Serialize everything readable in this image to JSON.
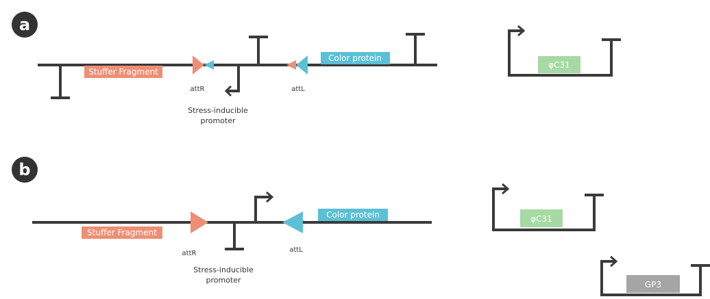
{
  "colors": {
    "dna": "#3a3a3a",
    "stuffer": "#ee8e74",
    "color_protein": "#5bc0d6",
    "phiC31": "#a6d9a3",
    "gp3": "#a5a5a5",
    "label_bg": "#333333"
  },
  "panel_a": {
    "label": "a",
    "stuffer": "Stuffer Fragment",
    "color_protein": "Color protein",
    "attR": "attR",
    "attL": "attL",
    "promoter_line1": "Stress-inducible",
    "promoter_line2": "promoter",
    "integrase": "φC31"
  },
  "panel_b": {
    "label": "b",
    "stuffer": "Stuffer Fragment",
    "color_protein": "Color protein",
    "attR": "attR",
    "attL": "attL",
    "promoter_line1": "Stress-inducible",
    "promoter_line2": "promoter",
    "integrase": "φC31",
    "rdf": "GP3"
  }
}
